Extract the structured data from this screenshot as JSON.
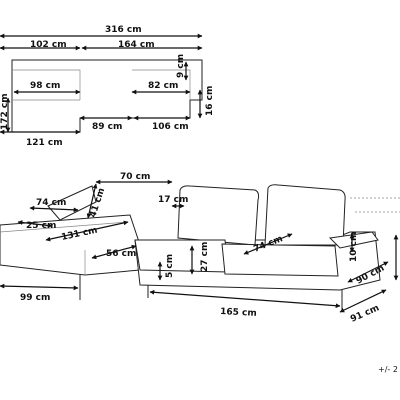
{
  "top_view": {
    "overall_width": "316 cm",
    "left_back_width": "102 cm",
    "right_back_width": "164 cm",
    "back_depth": "9 cm",
    "left_seat_width": "98 cm",
    "right_seat_width": "82 cm",
    "arm_depth": "16 cm",
    "chaise_depth": "172 cm",
    "center_width": "89 cm",
    "right_section_width": "106 cm",
    "chaise_length": "121 cm"
  },
  "side_view": {
    "back_cushion_width": "70 cm",
    "back_height": "41 cm",
    "arm_width": "74 cm",
    "arm_height": "25 cm",
    "cushion_thickness": "17 cm",
    "chaise_seat_length": "131 cm",
    "seat_depth_front": "56 cm",
    "seat_cushion_depth": "74 cm",
    "leg_height": "5 cm",
    "seat_height": "27 cm",
    "arm_pad_height": "10 cm",
    "total_depth": "90 cm",
    "chaise_total": "99 cm",
    "main_length": "165 cm",
    "side_depth": "91 cm"
  },
  "tolerance": "+/- 2"
}
